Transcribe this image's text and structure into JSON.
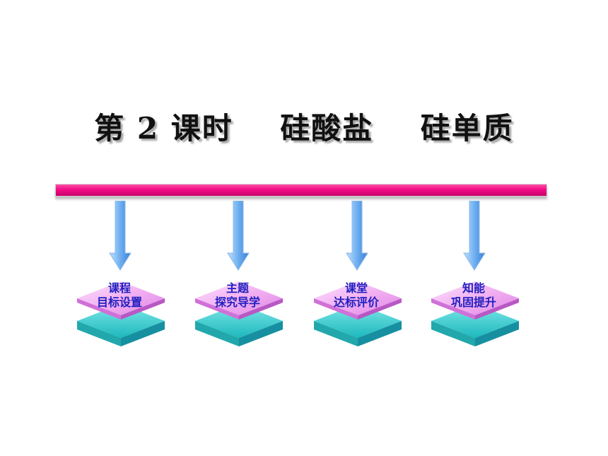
{
  "slide": {
    "title": "第 2 课时    硅酸盐    硅单质"
  },
  "colors": {
    "bar": "#f20c86",
    "arrow": "#5aa0e8",
    "tile_top": "#f0a8f0",
    "tile_bottom": "#29c9cc",
    "label_text": "#2020c0"
  },
  "menu": [
    {
      "line1": "课程",
      "line2": "目标设置",
      "icon": "down-arrow-icon"
    },
    {
      "line1": "主题",
      "line2": "探究导学",
      "icon": "down-arrow-icon"
    },
    {
      "line1": "课堂",
      "line2": "达标评价",
      "icon": "down-arrow-icon"
    },
    {
      "line1": "知能",
      "line2": "巩固提升",
      "icon": "down-arrow-icon"
    }
  ]
}
